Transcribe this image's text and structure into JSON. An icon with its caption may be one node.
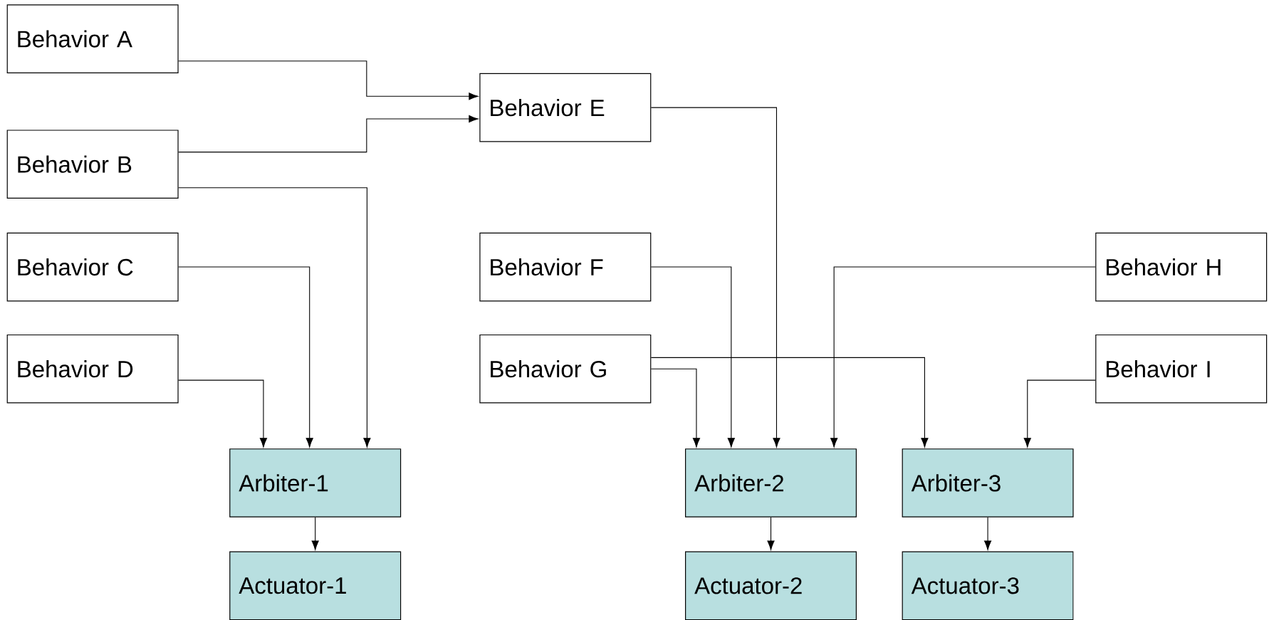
{
  "diagram": {
    "nodes": [
      {
        "text": [
          "Behavior A"
        ]
      },
      {
        "text": [
          "Behavior B"
        ]
      },
      {
        "text": [
          "Behavior C"
        ]
      },
      {
        "text": [
          "Behavior D"
        ]
      },
      {
        "text": [
          "Behavior E"
        ]
      },
      {
        "text": [
          "Behavior F"
        ]
      },
      {
        "text": [
          "Behavior G"
        ]
      },
      {
        "text": [
          "Behavior H"
        ]
      },
      {
        "text": [
          "Behavior I"
        ]
      },
      {
        "text": [
          "Arbiter-1"
        ]
      },
      {
        "text": [
          "Actuator-1"
        ]
      },
      {
        "text": [
          "Arbiter-2"
        ]
      },
      {
        "text": [
          "Actuator-2"
        ]
      },
      {
        "text": [
          "Arbiter-3"
        ]
      },
      {
        "text": [
          "Actuator-3"
        ]
      }
    ],
    "edges": [
      {
        "from": 0,
        "to": 4,
        "arrow": "to"
      },
      {
        "from": 1,
        "to": 4,
        "arrow": "to"
      },
      {
        "from": 1,
        "to": 9,
        "arrow": "to"
      },
      {
        "from": 2,
        "to": 9,
        "arrow": "to"
      },
      {
        "from": 3,
        "to": 9,
        "arrow": "to"
      },
      {
        "from": 4,
        "to": 11,
        "arrow": "to"
      },
      {
        "from": 5,
        "to": 11,
        "arrow": "to"
      },
      {
        "from": 6,
        "to": 11,
        "arrow": "to"
      },
      {
        "from": 6,
        "to": 13,
        "arrow": "to"
      },
      {
        "from": 7,
        "to": 11,
        "arrow": "to"
      },
      {
        "from": 8,
        "to": 13,
        "arrow": "to"
      },
      {
        "from": 9,
        "to": 10,
        "arrow": "to"
      },
      {
        "from": 11,
        "to": 12,
        "arrow": "to"
      },
      {
        "from": 13,
        "to": 14,
        "arrow": "to"
      }
    ]
  }
}
